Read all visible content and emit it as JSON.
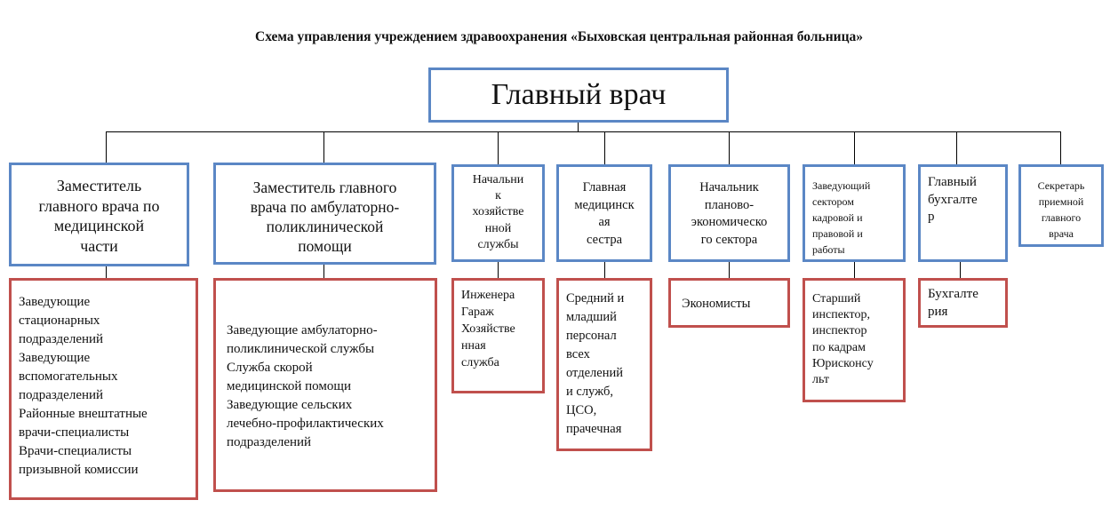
{
  "title": "Схема управления учреждением здравоохранения «Быховская центральная районная больница»",
  "head": "Главный врач",
  "managers": [
    "Заместитель\nглавного врача по\nмедицинской\nчасти",
    "Заместитель главного\nврача по амбулаторно-\nполиклинической\nпомощи",
    "Начальни\nк\nхозяйстве\nнной\nслужбы",
    "Главная\nмедицинск\nая\nсестра",
    "Начальник\nпланово-\nэкономическо\nго сектора",
    "Заведующий\nсектором\nкадровой и\nправовой и\nработы",
    "Главный\nбухгалте\nр",
    "Секретарь\nприемной\nглавного\nврача"
  ],
  "units": [
    "Заведующие\nстационарных\nподразделений\nЗаведующие\nвспомогательных\nподразделений\nРайонные внештатные\nврачи-специалисты\nВрачи-специалисты\nпризывной комиссии",
    "Заведующие амбулаторно-\nполиклинической службы\nСлужба скорой\nмедицинской помощи\nЗаведующие сельских\nлечебно-профилактических\nподразделений",
    "Инженера\nГараж\nХозяйстве\nнная\nслужба",
    "Средний и\nмладший\nперсонал\nвсех\nотделений\nи служб,\nЦСО,\nпрачечная",
    "Экономисты",
    "Старший\nинспектор,\nинспектор\nпо кадрам\nЮрисконсу\nльт",
    "Бухгалте\nрия"
  ]
}
